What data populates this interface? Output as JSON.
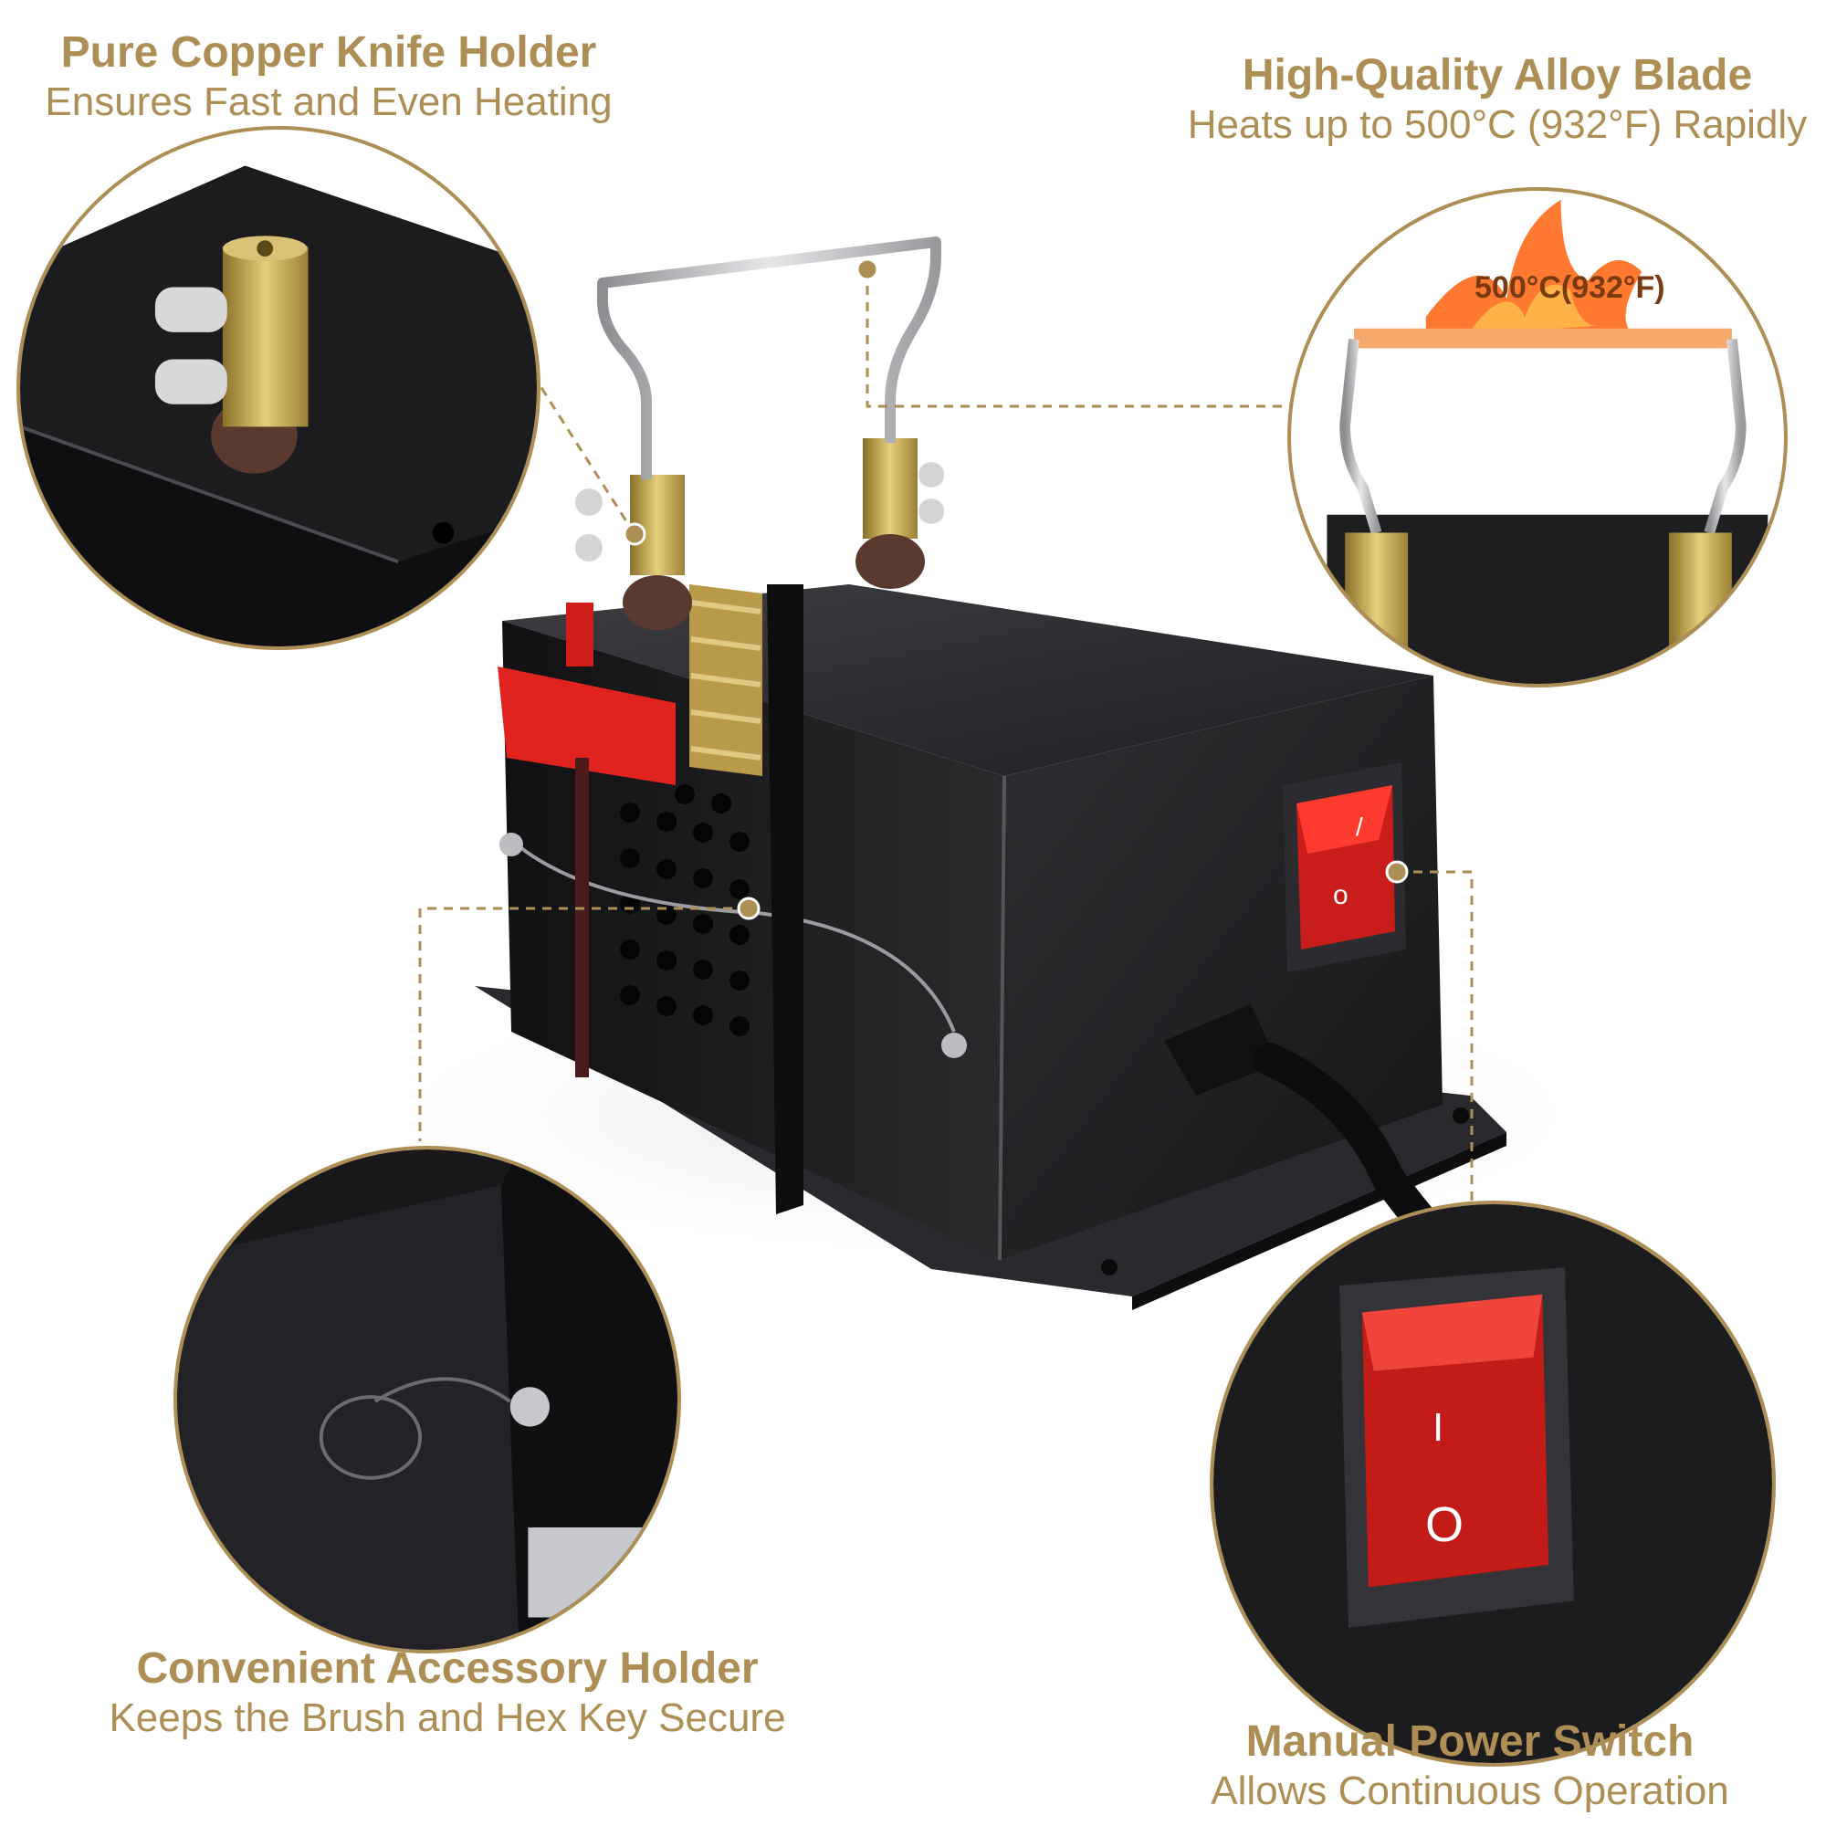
{
  "callouts": {
    "copper": {
      "title": "Pure Copper Knife Holder",
      "subtitle": "Ensures Fast and Even Heating"
    },
    "blade": {
      "title": "High-Quality Alloy Blade",
      "subtitle": "Heats up to 500°C (932°F) Rapidly",
      "temp_badge": "500°C(932°F)"
    },
    "accessory": {
      "title": "Convenient Accessory Holder",
      "subtitle": "Keeps the Brush and Hex Key Secure"
    },
    "switch": {
      "title": "Manual Power Switch",
      "subtitle": "Allows Continuous Operation",
      "on_mark": "I",
      "off_mark": "O"
    }
  },
  "colors": {
    "accent": "#ad8e55",
    "device_body": "#1b1b1d",
    "switch_red": "#e0231f",
    "brass": "#c9a844"
  }
}
